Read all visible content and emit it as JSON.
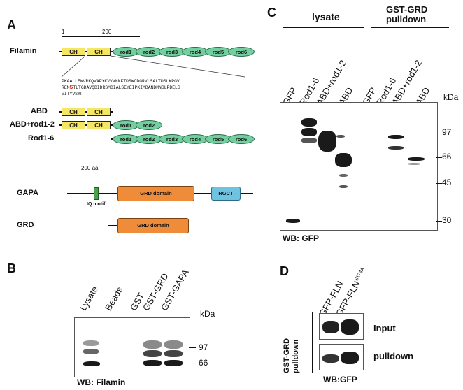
{
  "panels": {
    "a": "A",
    "b": "B",
    "c": "C",
    "d": "D"
  },
  "panel_a": {
    "scale_start": "1",
    "scale_end": "200",
    "filamin_label": "Filamin",
    "ch_label": "CH",
    "rods": [
      "rod1",
      "rod2",
      "rod3",
      "rod4",
      "rod5",
      "rod6"
    ],
    "seq_line1": "PKAALLEWVRKQVAPYKVVVNNFTDSWCDGRVLSALTDSLKPGV",
    "seq_line2_a": "REM",
    "seq_line2_s": "S",
    "seq_line2_b": "TLTGDAVQDIDRSMDIALSEYEIPKIMDANDMNSLPDELS",
    "seq_line3": "VITYVSYF",
    "abd_label": "ABD",
    "abd_rod_label": "ABD+rod1-2",
    "rod16_label": "Rod1-6",
    "scale_200aa": "200 aa",
    "gapa_label": "GAPA",
    "grd_domain": "GRD domain",
    "rgct": "RGCT",
    "iq_motif": "IQ motif",
    "grd_label": "GRD",
    "colors": {
      "ch": "#f5e663",
      "rod": "#74cfa0",
      "grd": "#ef8c3a",
      "rgct": "#6fc3e0",
      "iq": "#4aa34a",
      "serine": "#d62b1f"
    }
  },
  "panel_b": {
    "lanes": [
      "Lysate",
      "Beads",
      "GST",
      "GST-GRD",
      "GST-GAPA"
    ],
    "kda": "kDa",
    "markers": [
      "97",
      "66"
    ],
    "wb": "WB: Filamin"
  },
  "panel_c": {
    "group1": "lysate",
    "group2_line1": "GST-GRD",
    "group2_line2": "pulldown",
    "lanes": [
      "GFP",
      "Rod1-6",
      "ABD+rod1-2",
      "ABD",
      "GFP",
      "Rod1-6",
      "ABD+rod1-2",
      "ABD"
    ],
    "kda": "kDa",
    "markers": [
      "97",
      "66",
      "45",
      "30"
    ],
    "wb": "WB: GFP"
  },
  "panel_d": {
    "lane1": "GFP-FLN",
    "lane2": "GFP-FLN",
    "lane2_sup": "S174A",
    "side_line1": "GST-GRD",
    "side_line2": "pulldown",
    "input": "Input",
    "pulldown": "pulldown",
    "wb": "WB:GFP"
  }
}
